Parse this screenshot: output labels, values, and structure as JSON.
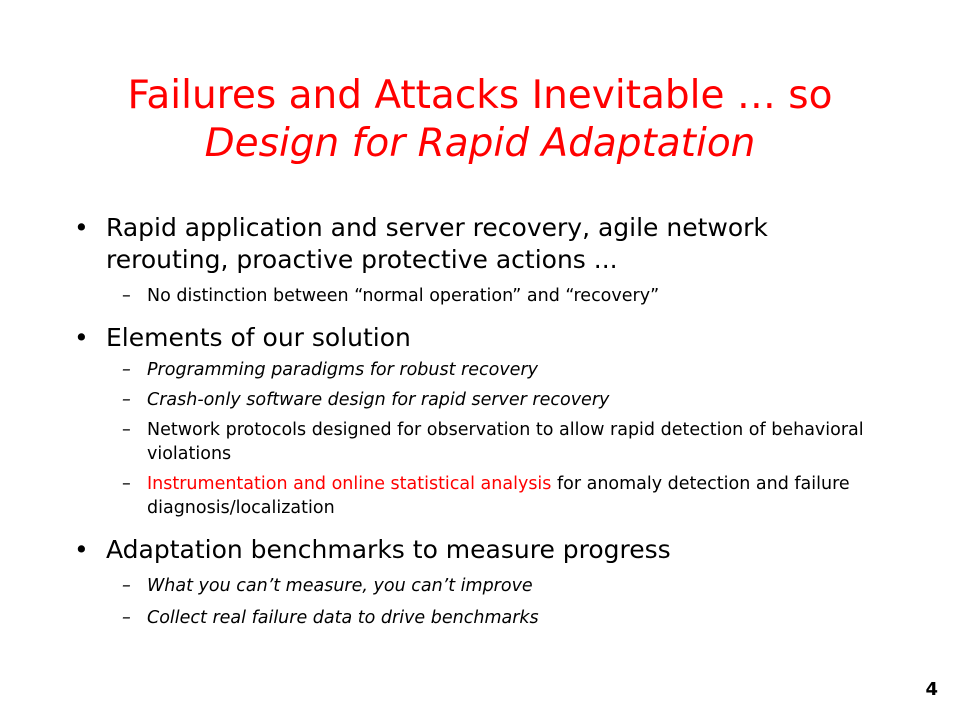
{
  "slide": {
    "title_line1": "Failures and Attacks Inevitable … so",
    "title_line2": "Design for Rapid Adaptation",
    "bullets": [
      {
        "text": "Rapid application and server recovery, agile network rerouting, proactive protective actions ...",
        "sub": [
          "No distinction between “normal operation” and “recovery”"
        ]
      },
      {
        "text": "Elements of our solution",
        "sub": [
          "Programming paradigms for robust recovery",
          "Crash-only software design for rapid server recovery",
          "Network protocols designed for observation to allow rapid detection of behavioral violations",
          {
            "red": "Instrumentation and online statistical analysis",
            "rest": " for anomaly detection and failure diagnosis/localization"
          }
        ]
      },
      {
        "text": "Adaptation benchmarks to measure progress",
        "sub": [
          "What you can’t measure, you can’t improve",
          "Collect real failure data to drive benchmarks"
        ]
      }
    ],
    "bullet_char": "•",
    "dash_char": "–",
    "page_number": "4"
  },
  "colors": {
    "title": "#ff0000",
    "highlight": "#ff0000",
    "text": "#000000",
    "background": "#ffffff"
  }
}
